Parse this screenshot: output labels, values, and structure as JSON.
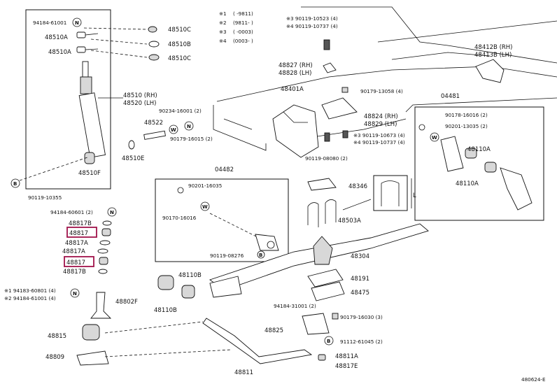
{
  "diagram_id": "480624-E",
  "legend": [
    {
      "mark": "※1",
      "range": "(      -9811)"
    },
    {
      "mark": "※2",
      "range": "(9811-      )"
    },
    {
      "mark": "※3",
      "range": "(      -0003)"
    },
    {
      "mark": "※4",
      "range": "(0003-      )"
    }
  ],
  "box_labels": {
    "left_box": "04482",
    "right_box": "04481"
  },
  "parts": {
    "p94184_61001_top": "94184-61001",
    "p48510A_1": "48510A",
    "p48510A_2": "48510A",
    "p48510C_1": "48510C",
    "p48510B": "48510B",
    "p48510C_2": "48510C",
    "p48510_rh": "48510 (RH)",
    "p48520_lh": "48520 (LH)",
    "p48510F": "48510F",
    "p90119_10355": "90119-10355",
    "p90234_16001": "90234-16001 (2)",
    "p48522": "48522",
    "p90179_16015": "90179-16015 (2)",
    "p48510E": "48510E",
    "p90119_10523": "※3 90119-10523 (4)",
    "p90119_10737": "※4 90119-10737 (4)",
    "p48827": "48827 (RH)",
    "p48828": "48828 (LH)",
    "p48401A": "48401A",
    "p90179_13058": "90179-13058 (4)",
    "p48412B": "48412B (RH)",
    "p48413B": "48413B (LH)",
    "p48824": "48824 (RH)",
    "p48829": "48829 (LH)",
    "p90119_10673": "※3 90119-10673 (4)",
    "p90119_10737b": "※4 90119-10737 (4)",
    "p90119_08080": "90119-08080 (2)",
    "p04481": "04481",
    "p90178_16016": "90178-16016 (2)",
    "p90201_13035": "90201-13035 (2)",
    "p48110A_1": "48110A",
    "p48110A_2": "48110A",
    "p90201_16035": "90201-16035",
    "p90170_16016": "90170-16016",
    "p90119_08276": "90119-08276",
    "p48346": "48346",
    "p48503A": "48503A",
    "p48304": "48304",
    "p48191": "48191",
    "p48475": "48475",
    "p94184_60601": "94184-60601 (2)",
    "p48817B_1": "48817B",
    "p48817_1": "48817",
    "p48817A_1": "48817A",
    "p48817A_2": "48817A",
    "p48817_2": "48817",
    "p48817B_2": "48817B",
    "p48110B_1": "48110B",
    "p48110B_2": "48110B",
    "p94183_60801": "※1 94183-60801 (4)",
    "p94184_61001b": "※2 94184-61001 (4)",
    "p48802F": "48802F",
    "p48815": "48815",
    "p48809": "48809",
    "p94184_31001": "94184-31001 (2)",
    "p90179_16030": "90179-16030 (3)",
    "p48825": "48825",
    "p91112_61045": "91112-61045 (2)",
    "p48811": "48811",
    "p48811A": "48811A",
    "p48817E": "48817E"
  },
  "markers": {
    "N": "N",
    "W": "W",
    "B": "B"
  },
  "highlight_color": "#a0134a"
}
